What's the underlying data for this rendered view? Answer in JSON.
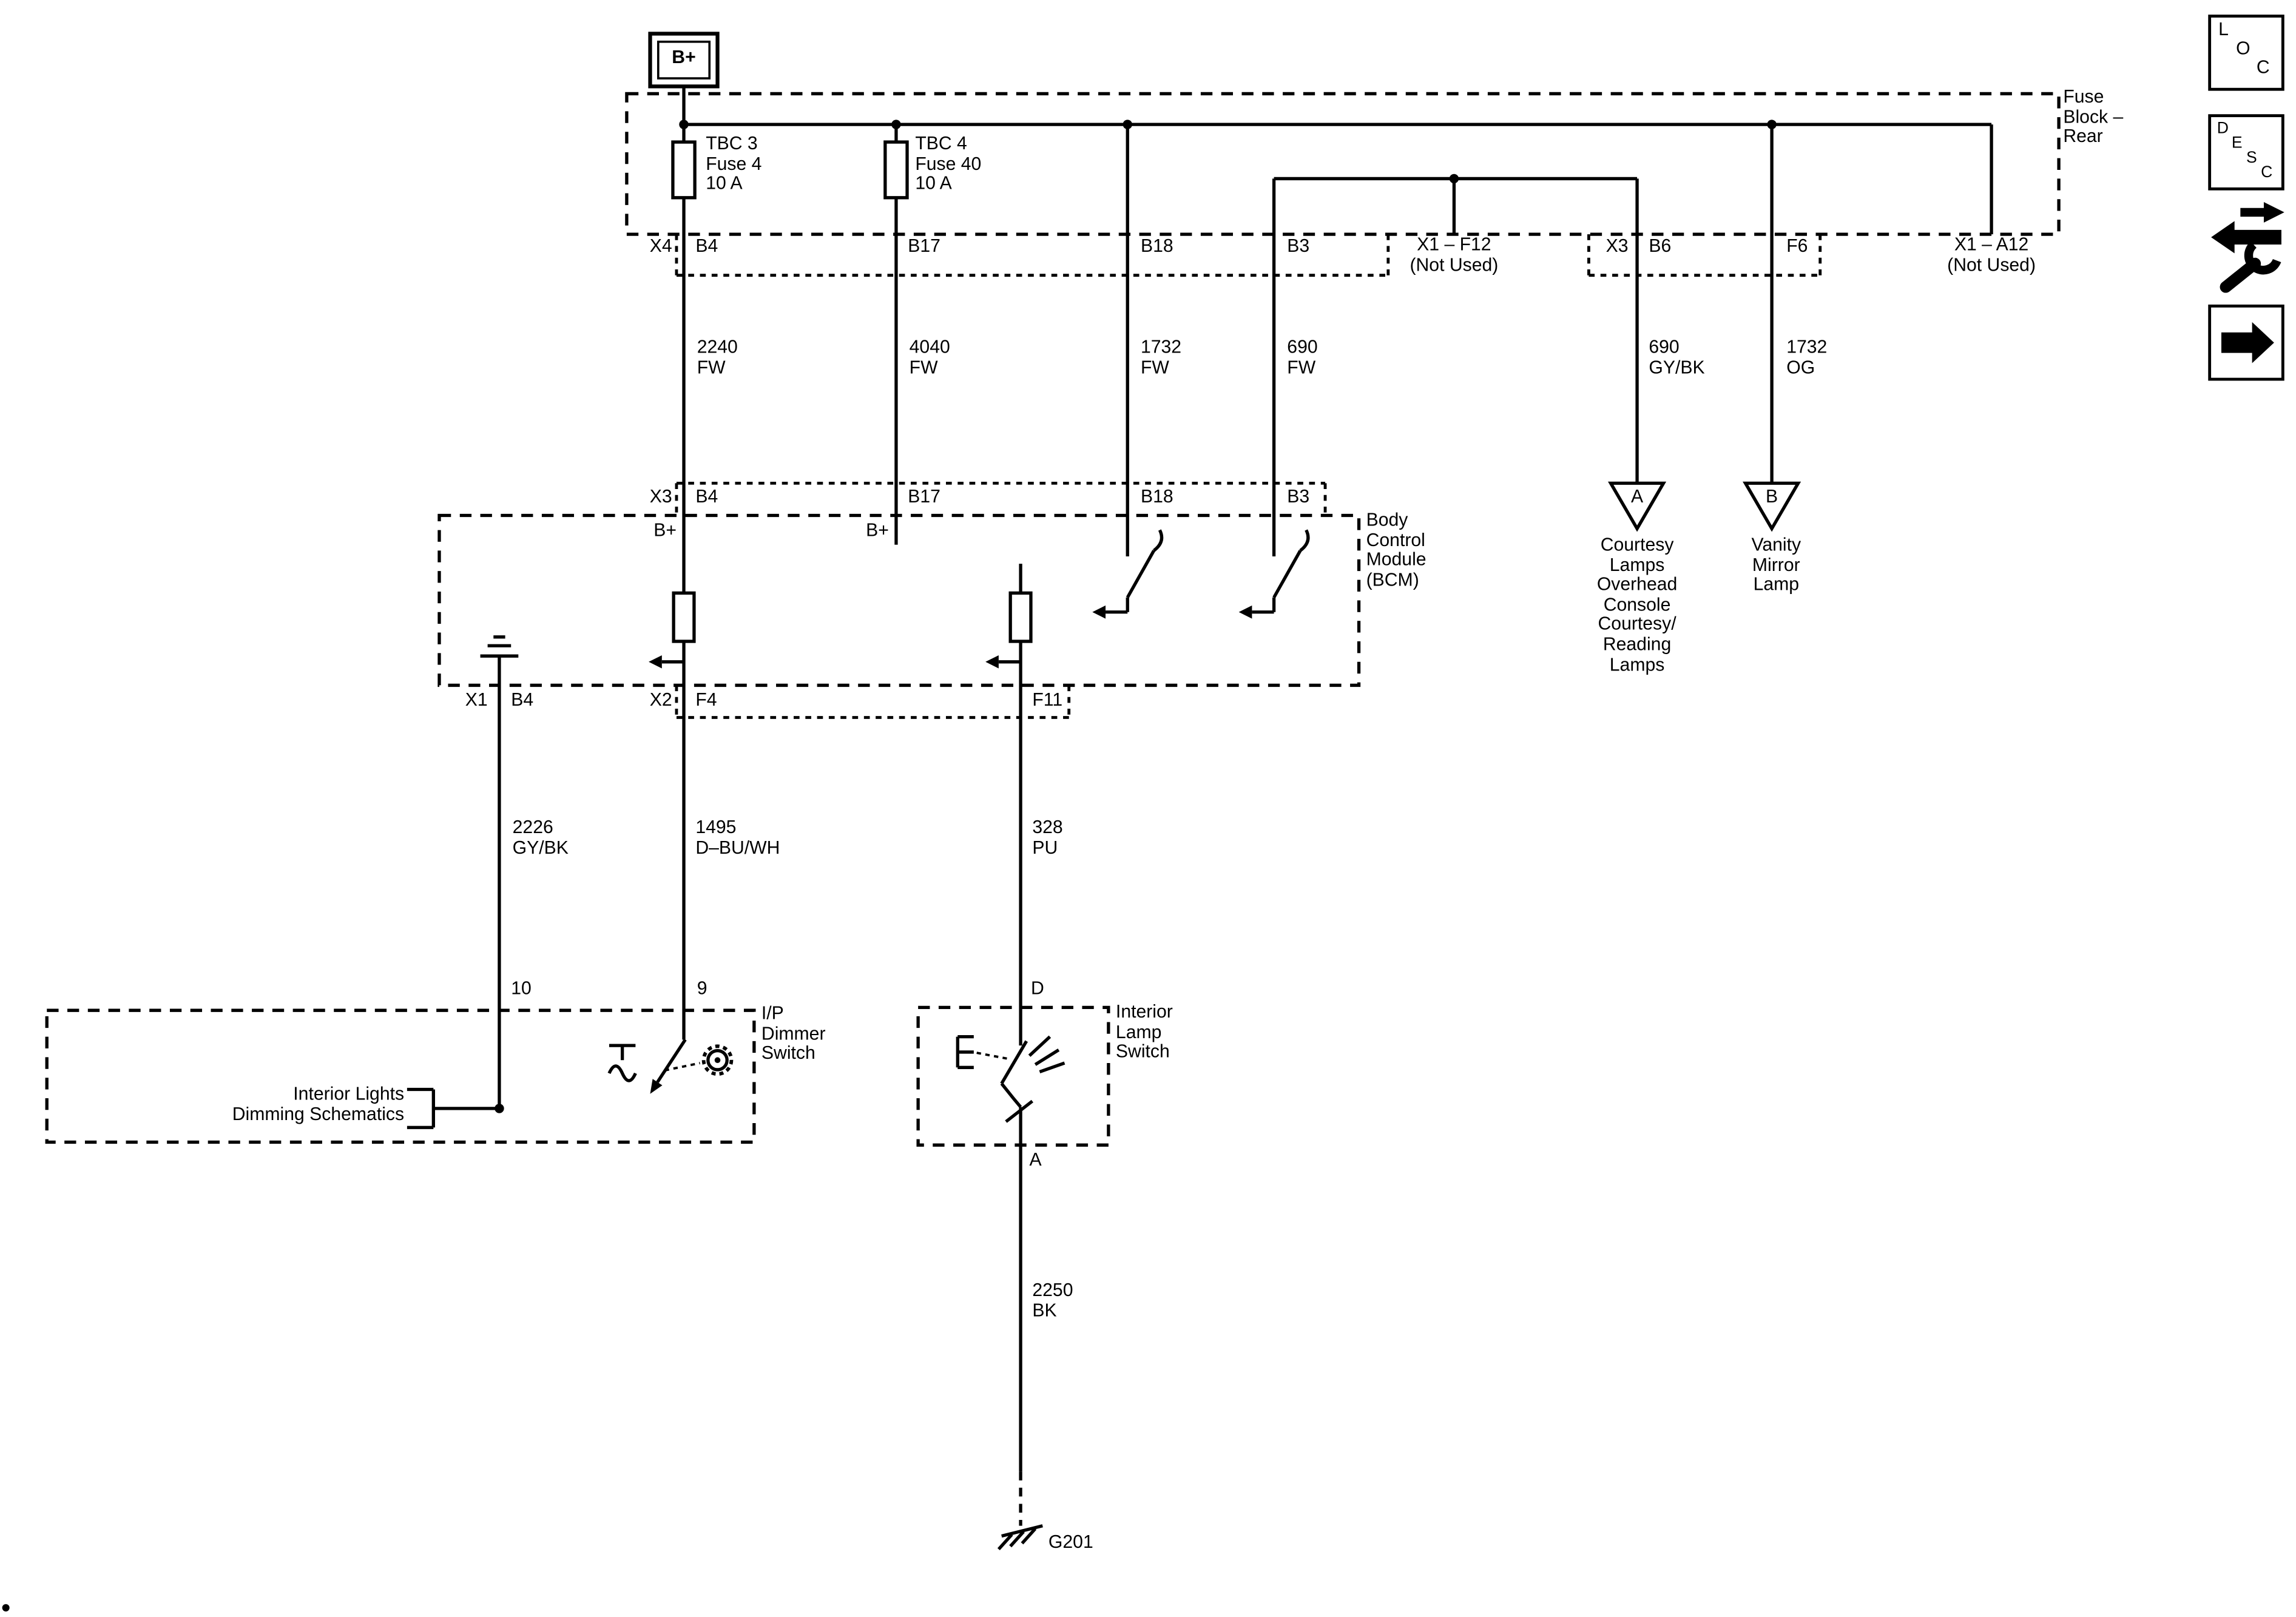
{
  "colors": {
    "ink": "#000000",
    "paper": "#ffffff"
  },
  "power": {
    "b_plus": "B+"
  },
  "fuse_block": {
    "name": "Fuse\nBlock –\nRear",
    "fuse1": "TBC 3\nFuse 4\n10 A",
    "fuse2": "TBC 4\nFuse 40\n10 A",
    "conn": {
      "x4": "X4",
      "b4": "B4",
      "b17": "B17",
      "b18": "B18",
      "b3": "B3",
      "x1_f12": "X1 – F12",
      "x1_f12_note": "(Not Used)",
      "x3": "X3",
      "b6": "B6",
      "f6": "F6",
      "x1_a12": "X1 – A12",
      "x1_a12_note": "(Not Used)"
    }
  },
  "wires": {
    "c2240": "2240\nFW",
    "c4040": "4040\nFW",
    "c1732_fw": "1732\nFW",
    "c690_fw": "690\nFW",
    "c690_gybk": "690\nGY/BK",
    "c1732_og": "1732\nOG",
    "c2226": "2226\nGY/BK",
    "c1495": "1495\nD–BU/WH",
    "c328": "328\nPU",
    "c2250": "2250\nBK"
  },
  "bcm": {
    "name": "Body\nControl\nModule\n(BCM)",
    "top": {
      "x3": "X3",
      "b4": "B4",
      "b17": "B17",
      "b18": "B18",
      "b3": "B3"
    },
    "b_plus_left": "B+",
    "b_plus_right": "B+",
    "bottom": {
      "x1": "X1",
      "b4": "B4",
      "x2": "X2",
      "f4": "F4",
      "f11": "F11"
    }
  },
  "offpage": {
    "a_letter": "A",
    "a_desc": "Courtesy\nLamps\nOverhead\nConsole\nCourtesy/\nReading\nLamps",
    "b_letter": "B",
    "b_desc": "Vanity\nMirror\nLamp"
  },
  "dimmer": {
    "name": "I/P\nDimmer\nSwitch",
    "pin_10": "10",
    "pin_9": "9",
    "ref": "Interior Lights\nDimming Schematics"
  },
  "lamp_switch": {
    "name": "Interior\nLamp\nSwitch",
    "pin_d": "D",
    "pin_a": "A"
  },
  "ground": {
    "g201": "G201"
  },
  "sidebar": {
    "loc": {
      "l": "L",
      "o": "O",
      "c": "C"
    },
    "desc": {
      "d": "D",
      "e": "E",
      "s": "S",
      "c2": "C"
    }
  }
}
